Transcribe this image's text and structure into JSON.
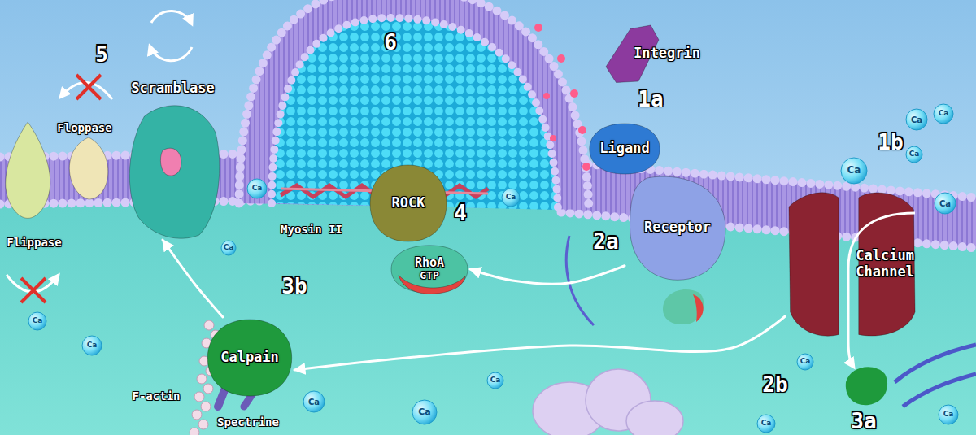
{
  "diagram": {
    "nodes": [
      {
        "text": [
          "Floppase"
        ]
      },
      {
        "text": [
          "Flippase"
        ]
      },
      {
        "text": [
          "Scramblase"
        ]
      },
      {
        "text": [
          "Integrin"
        ]
      },
      {
        "text": [
          "Ligand"
        ]
      },
      {
        "text": [
          "Receptor"
        ]
      },
      {
        "text": [
          "ROCK"
        ]
      },
      {
        "text": [
          "RhoA",
          "GTP"
        ]
      },
      {
        "text": [
          "Calpain"
        ]
      },
      {
        "text": [
          "Calcium Channel"
        ]
      }
    ],
    "edges": [
      {
        "from": 5,
        "to": 7,
        "arrow": "to"
      },
      {
        "from": 9,
        "to": 8,
        "arrow": "to"
      },
      {
        "from": 8,
        "to": 2,
        "arrow": "to"
      }
    ],
    "labels": [
      "5",
      "6",
      "1a",
      "1b",
      "Myosin II",
      "4",
      "2a",
      "3b",
      "2b",
      "F-actin",
      "Spectrine",
      "3a",
      "Ca",
      "Ca",
      "Ca",
      "Ca",
      "Ca",
      "Ca",
      "Ca",
      "Ca",
      "Ca",
      "Ca",
      "Ca",
      "Ca",
      "Ca",
      "Ca",
      "Ca",
      "Ca"
    ]
  }
}
